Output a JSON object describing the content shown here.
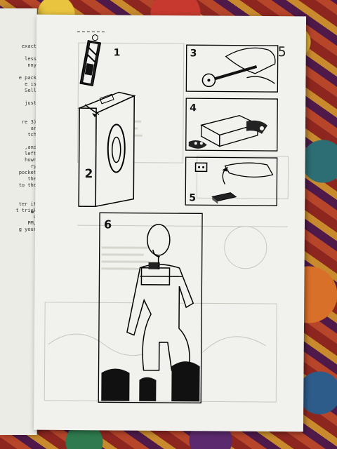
{
  "page": {
    "number": "5"
  },
  "left_page": {
    "text_lines": [
      "exact",
      "",
      "less",
      "nny",
      "",
      "e pack",
      "e is",
      "Sell",
      "",
      "just",
      "",
      "",
      "re 3)",
      "ar",
      "tch",
      "",
      ",and",
      "left",
      "hown",
      "ry",
      "pocket",
      "the",
      "to the",
      "",
      "",
      "ter it",
      "t trick",
      "u",
      "PM,",
      "g your"
    ]
  },
  "panels": [
    {
      "id": "1",
      "label": "1",
      "subject": "card-pack-icon"
    },
    {
      "id": "2",
      "label": "2",
      "subject": "card-case-box"
    },
    {
      "id": "3",
      "label": "3",
      "subject": "hand-with-watch"
    },
    {
      "id": "4",
      "label": "4",
      "subject": "watch-on-box"
    },
    {
      "id": "5",
      "label": "5",
      "subject": "hand-with-card"
    },
    {
      "id": "6",
      "label": "6",
      "subject": "performer-figure"
    }
  ]
}
